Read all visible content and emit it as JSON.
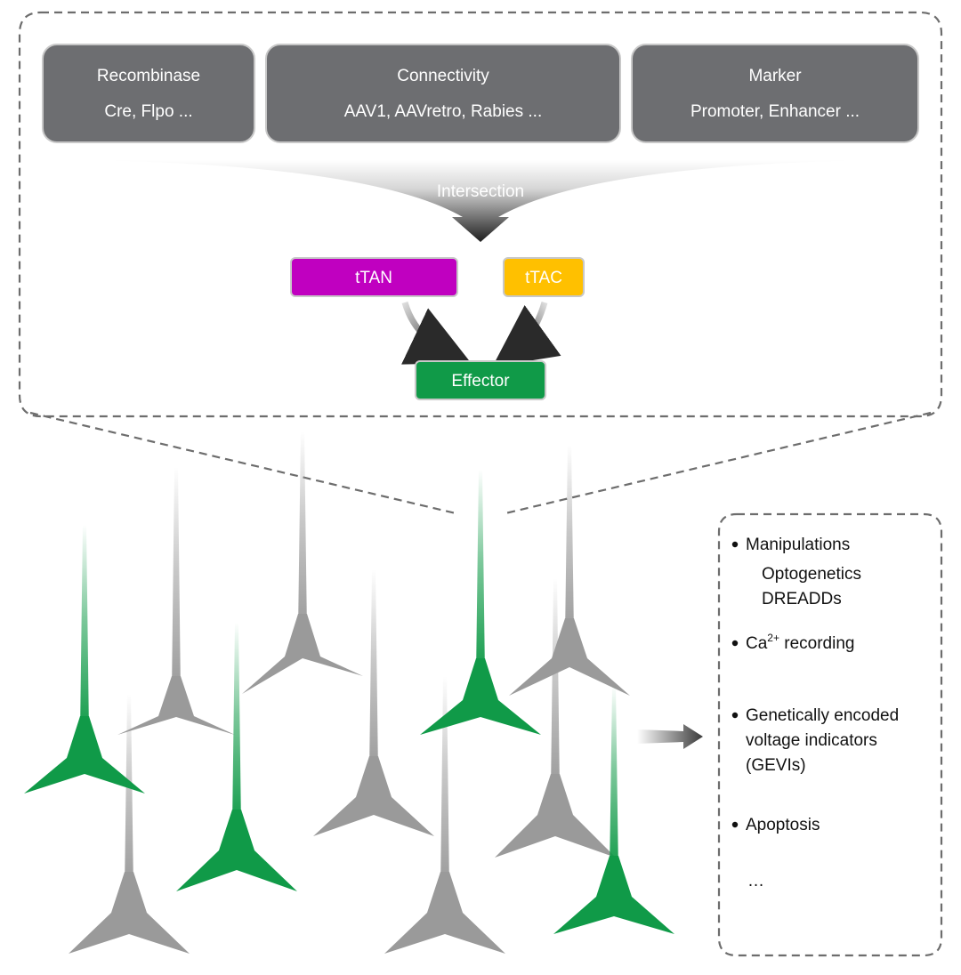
{
  "top_boxes": [
    {
      "title": "Recombinase",
      "subtitle": "Cre, Flpo ..."
    },
    {
      "title": "Connectivity",
      "subtitle": "AAV1, AAVretro, Rabies ..."
    },
    {
      "title": "Marker",
      "subtitle": "Promoter, Enhancer ..."
    }
  ],
  "intersection_label": "Intersection",
  "tTAN_label": "tTAN",
  "tTAC_label": "tTAC",
  "effector_label": "Effector",
  "applications": {
    "manipulations": "Manipulations",
    "optogenetics": "Optogenetics",
    "dreadds": "DREADDs",
    "ca_prefix": "Ca",
    "ca_superscript": "2+",
    "ca_suffix": " recording",
    "gevi_line1": "Genetically encoded",
    "gevi_line2": "voltage indicators",
    "gevi_line3": "(GEVIs)",
    "apoptosis": "Apoptosis",
    "ellipsis": "…"
  },
  "colors": {
    "box_gray": "#6d6e71",
    "tTAN": "#c000c0",
    "tTAC": "#ffc000",
    "effector": "#109a48",
    "neuron_green": "#109a48",
    "neuron_gray": "#9a9a9a",
    "dash": "#6d6d6d"
  }
}
